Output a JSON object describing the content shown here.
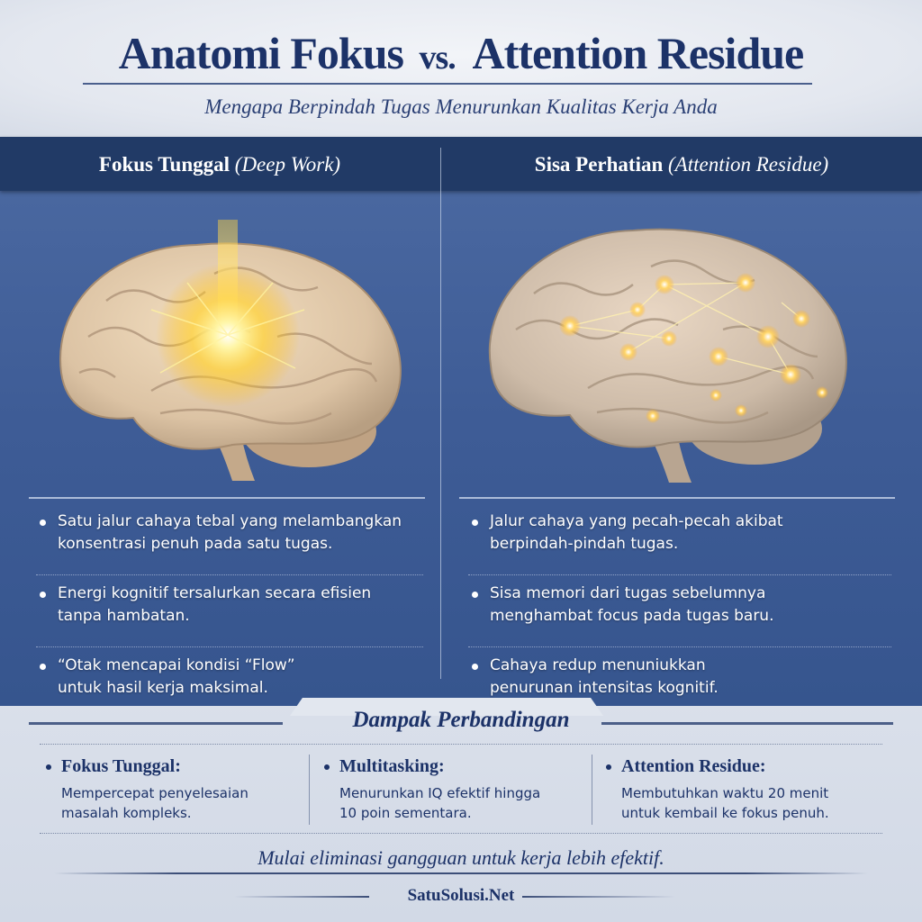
{
  "header": {
    "title_part1": "Anatomi Fokus",
    "title_vs": "vs.",
    "title_part2": "Attention Residue",
    "subtitle": "Mengapa Berpindah Tugas Menurunkan Kualitas Kerja Anda"
  },
  "columns": {
    "left": {
      "title": "Fokus Tunggal",
      "title_italic": "(Deep Work)",
      "image": "brain-single-beam-icon",
      "bullets": [
        {
          "line1": "Satu jalur cahaya tebal yang melambangkan",
          "line2": "konsentrasi penuh pada satu tugas."
        },
        {
          "line1": "Energi kognitif tersalurkan secara efisien",
          "line2": "tanpa hambatan."
        },
        {
          "line1": "“Otak mencapai kondisi “Flow”",
          "line2": "untuk hasil kerja maksimal."
        }
      ]
    },
    "right": {
      "title": "Sisa Perhatian",
      "title_italic": "(Attention Residue)",
      "image": "brain-scattered-sparks-icon",
      "bullets": [
        {
          "line1": "Jalur cahaya yang pecah-pecah akibat",
          "line2": "berpindah-pindah tugas."
        },
        {
          "line1": "Sisa memori dari tugas sebelumnya",
          "line2": "menghambat focus pada tugas baru."
        },
        {
          "line1": "Cahaya redup menuniukkan",
          "line2": "penurunan intensitas kognitif."
        }
      ]
    }
  },
  "impact": {
    "title": "Dampak Perbandingan",
    "items": [
      {
        "head": "Fokus Tunggal:",
        "line1": "Mempercepat penyelesaian",
        "line2": "masalah kompleks."
      },
      {
        "head": "Multitasking:",
        "line1": "Menurunkan IQ efektif hingga",
        "line2": "10 poin sementara."
      },
      {
        "head": "Attention Residue:",
        "line1": "Membutuhkan waktu 20 menit",
        "line2": "untuk kembail ke fokus penuh."
      }
    ]
  },
  "footer": {
    "cta": "Mulai eliminasi gangguan untuk kerja lebih efektif.",
    "brand": "SatuSolusi.Net"
  },
  "colors": {
    "navy": "#1c3268",
    "panel_head": "#213a66",
    "panel_bg": "#3e5c96",
    "page_bg": "#e2e7ef",
    "glow": "#ffd23a"
  }
}
